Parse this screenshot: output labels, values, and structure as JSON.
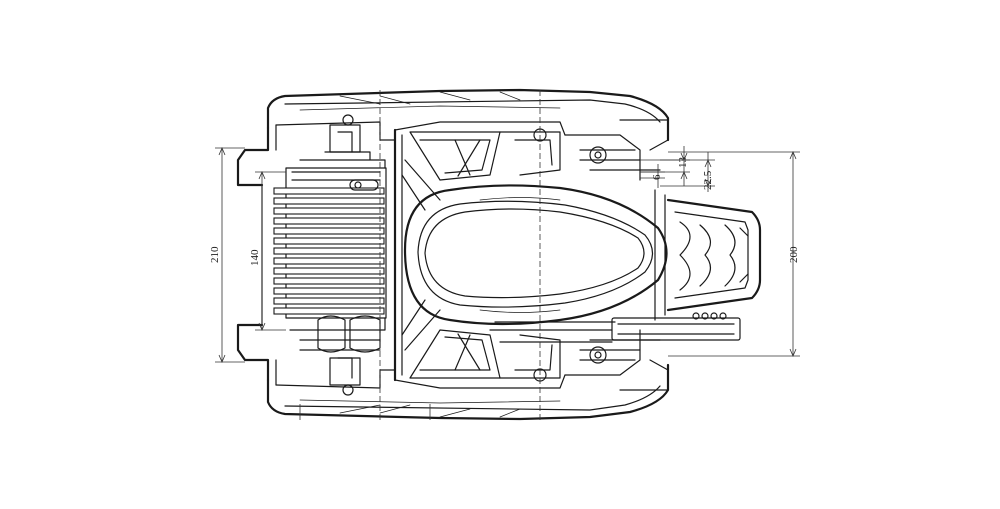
{
  "drawing": {
    "dimensions": [
      {
        "id": "dim-210",
        "label": "210"
      },
      {
        "id": "dim-140",
        "label": "140"
      },
      {
        "id": "dim-200",
        "label": "200"
      },
      {
        "id": "dim-13",
        "label": "13"
      },
      {
        "id": "dim-6",
        "label": "6"
      },
      {
        "id": "dim-22-5",
        "label": "22.5"
      }
    ]
  }
}
